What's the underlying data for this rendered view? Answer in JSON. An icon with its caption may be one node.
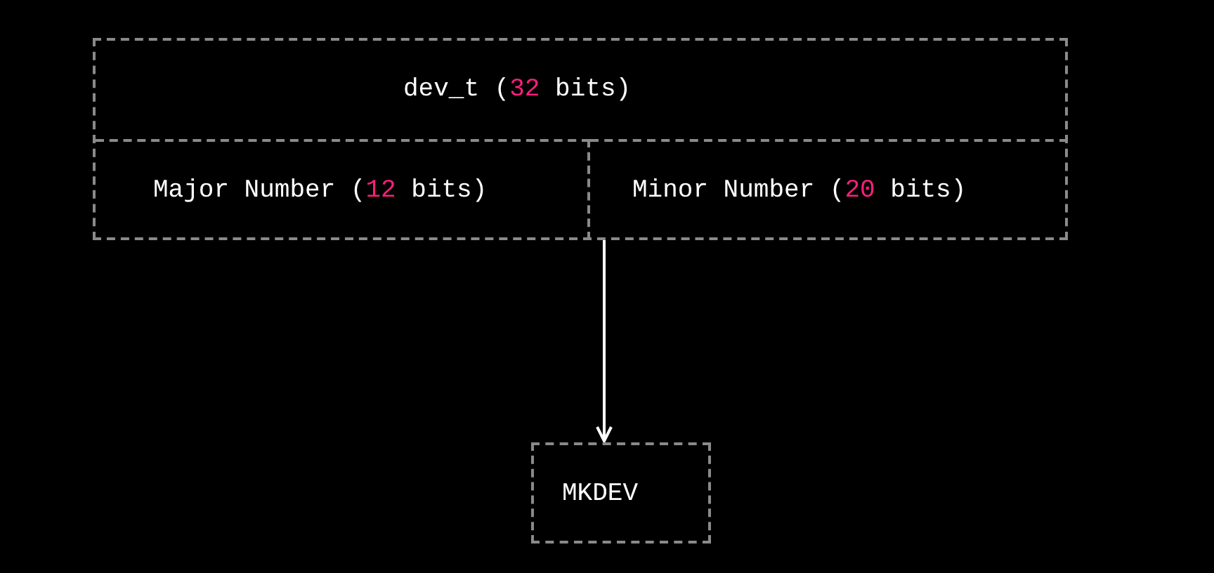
{
  "diagram": {
    "nodes": [
      {
        "text": [
          "dev_t (32 bits)"
        ]
      },
      {
        "text": [
          "Major Number (12 bits)"
        ],
        "in": 0
      },
      {
        "text": [
          "Minor Number (20 bits)"
        ],
        "in": 0
      },
      {
        "text": [
          "MKDEV"
        ]
      }
    ],
    "edges": [
      {
        "from": 0,
        "to": 3,
        "arrow": "to"
      }
    ]
  }
}
